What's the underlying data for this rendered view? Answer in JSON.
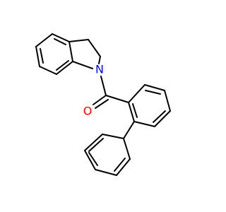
{
  "molecule": {
    "atoms": [
      {
        "element": "N",
        "label": "N",
        "color": "#0000ff"
      },
      {
        "element": "O",
        "label": "O",
        "color": "#ff0000"
      }
    ],
    "bond_color": "#000000",
    "background": "#ffffff"
  }
}
